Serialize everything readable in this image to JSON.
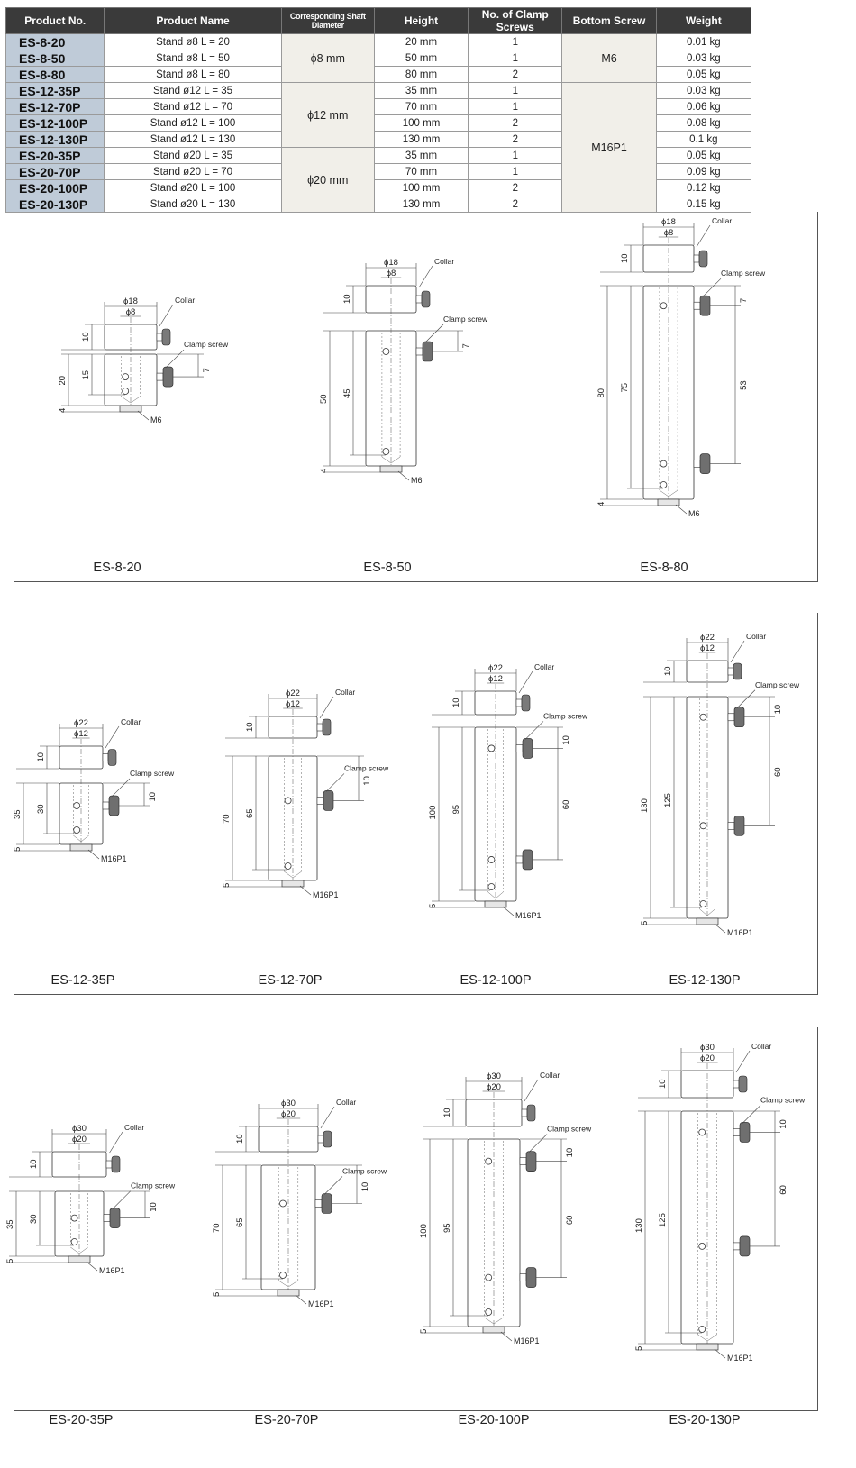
{
  "table": {
    "headers": [
      "Product No.",
      "Product Name",
      "Corresponding Shaft Diameter",
      "Height",
      "No. of Clamp Screws",
      "Bottom Screw",
      "Weight"
    ],
    "rows": [
      {
        "no": "ES-8-20",
        "name": "Stand ø8  L = 20",
        "height": "20 mm",
        "screws": "1",
        "weight": "0.01 kg"
      },
      {
        "no": "ES-8-50",
        "name": "Stand ø8  L = 50",
        "height": "50 mm",
        "screws": "1",
        "weight": "0.03 kg"
      },
      {
        "no": "ES-8-80",
        "name": "Stand ø8  L = 80",
        "height": "80 mm",
        "screws": "2",
        "weight": "0.05 kg"
      },
      {
        "no": "ES-12-35P",
        "name": "Stand ø12  L = 35",
        "height": "35 mm",
        "screws": "1",
        "weight": "0.03 kg"
      },
      {
        "no": "ES-12-70P",
        "name": "Stand ø12  L = 70",
        "height": "70 mm",
        "screws": "1",
        "weight": "0.06 kg"
      },
      {
        "no": "ES-12-100P",
        "name": "Stand ø12  L = 100",
        "height": "100 mm",
        "screws": "2",
        "weight": "0.08 kg"
      },
      {
        "no": "ES-12-130P",
        "name": "Stand ø12  L = 130",
        "height": "130 mm",
        "screws": "2",
        "weight": "0.1 kg"
      },
      {
        "no": "ES-20-35P",
        "name": "Stand ø20  L = 35",
        "height": "35 mm",
        "screws": "1",
        "weight": "0.05 kg"
      },
      {
        "no": "ES-20-70P",
        "name": "Stand ø20  L = 70",
        "height": "70 mm",
        "screws": "1",
        "weight": "0.09 kg"
      },
      {
        "no": "ES-20-100P",
        "name": "Stand ø20  L = 100",
        "height": "100 mm",
        "screws": "2",
        "weight": "0.12 kg"
      },
      {
        "no": "ES-20-130P",
        "name": "Stand ø20  L = 130",
        "height": "130 mm",
        "screws": "2",
        "weight": "0.15 kg"
      }
    ],
    "shaft": [
      "ϕ8 mm",
      "ϕ12 mm",
      "ϕ20 mm"
    ],
    "bottom": [
      "M6",
      "M16P1"
    ]
  },
  "labels": {
    "collar": "Collar",
    "clamp": "Clamp screw"
  },
  "drawings": [
    {
      "caption": "ES-8-20",
      "outer": "ϕ18",
      "inner": "ϕ8",
      "collar_h": "10",
      "total": "20",
      "body": "15",
      "gap": "4",
      "clamp_off": "7",
      "thread": "M6"
    },
    {
      "caption": "ES-8-50",
      "outer": "ϕ18",
      "inner": "ϕ8",
      "collar_h": "10",
      "total": "50",
      "body": "45",
      "gap": "4",
      "clamp_off": "7",
      "thread": "M6"
    },
    {
      "caption": "ES-8-80",
      "outer": "ϕ18",
      "inner": "ϕ8",
      "collar_h": "10",
      "total": "80",
      "body": "75",
      "gap": "4",
      "clamp_off": "7",
      "pitch": "53",
      "thread": "M6"
    },
    {
      "caption": "ES-12-35P",
      "outer": "ϕ22",
      "inner": "ϕ12",
      "collar_h": "10",
      "total": "35",
      "body": "30",
      "gap": "5",
      "clamp_off": "10",
      "thread": "M16P1"
    },
    {
      "caption": "ES-12-70P",
      "outer": "ϕ22",
      "inner": "ϕ12",
      "collar_h": "10",
      "total": "70",
      "body": "65",
      "gap": "5",
      "clamp_off": "10",
      "thread": "M16P1"
    },
    {
      "caption": "ES-12-100P",
      "outer": "ϕ22",
      "inner": "ϕ12",
      "collar_h": "10",
      "total": "100",
      "body": "95",
      "gap": "5",
      "clamp_off": "10",
      "pitch": "60",
      "thread": "M16P1"
    },
    {
      "caption": "ES-12-130P",
      "outer": "ϕ22",
      "inner": "ϕ12",
      "collar_h": "10",
      "total": "130",
      "body": "125",
      "gap": "5",
      "clamp_off": "10",
      "pitch": "60",
      "thread": "M16P1"
    },
    {
      "caption": "ES-20-35P",
      "outer": "ϕ30",
      "inner": "ϕ20",
      "collar_h": "10",
      "total": "35",
      "body": "30",
      "gap": "5",
      "clamp_off": "10",
      "thread": "M16P1"
    },
    {
      "caption": "ES-20-70P",
      "outer": "ϕ30",
      "inner": "ϕ20",
      "collar_h": "10",
      "total": "70",
      "body": "65",
      "gap": "5",
      "clamp_off": "10",
      "thread": "M16P1"
    },
    {
      "caption": "ES-20-100P",
      "outer": "ϕ30",
      "inner": "ϕ20",
      "collar_h": "10",
      "total": "100",
      "body": "95",
      "gap": "5",
      "clamp_off": "10",
      "pitch": "60",
      "thread": "M16P1"
    },
    {
      "caption": "ES-20-130P",
      "outer": "ϕ30",
      "inner": "ϕ20",
      "collar_h": "10",
      "total": "130",
      "body": "125",
      "gap": "5",
      "clamp_off": "10",
      "pitch": "60",
      "thread": "M16P1"
    }
  ]
}
